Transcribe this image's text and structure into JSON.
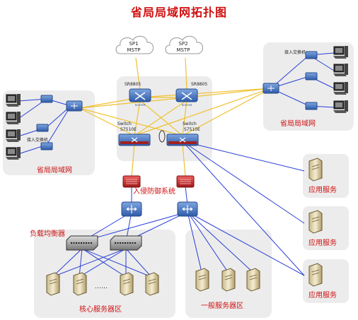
{
  "title": "省局局域网拓扑图",
  "clouds": [
    {
      "line1": "SP1",
      "line2": "MSTP"
    },
    {
      "line1": "SP2",
      "line2": "MSTP"
    }
  ],
  "routers": [
    {
      "model": "SR8805",
      "badge": "ROUTER"
    },
    {
      "model": "SR8805",
      "badge": "ROUTER"
    }
  ],
  "core_switches": [
    {
      "line1": "Switch",
      "line2": "S7510E"
    },
    {
      "line1": "Switch",
      "line2": "S7510E"
    }
  ],
  "access_switch_label": "接入交换机",
  "lan_left_label": "省局局域网",
  "lan_right_label": "省局局域网",
  "ips_label": "入侵防御系统",
  "load_balancer_label": "负载均衡器",
  "core_zone_label": "核心服务器区",
  "ellipsis": "……",
  "general_zone_label": "一般服务器区",
  "app_service_label": "应用服务",
  "colors": {
    "title": "#d01010",
    "zone_label": "#d01010",
    "link_yellow": "#f0c030",
    "link_blue": "#2a3fd6",
    "device_blue": "#3a6ab8",
    "zone_bg": "#ececec"
  }
}
